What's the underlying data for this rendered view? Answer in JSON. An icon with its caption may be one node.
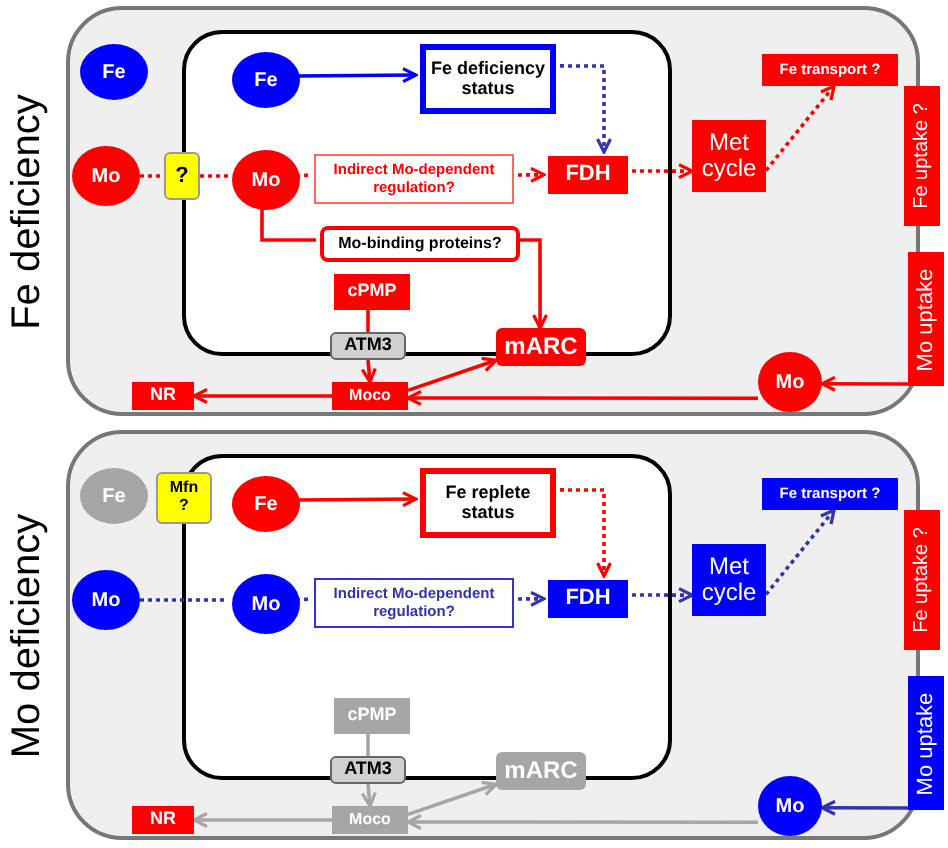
{
  "diagram": {
    "nodes": [
      {
        "text": [
          "Fe deficiency"
        ]
      },
      {
        "text": [],
        "shape": "box",
        "in": 0
      },
      {
        "text": [
          "Fe"
        ],
        "in": 0
      },
      {
        "text": [
          "Fe"
        ],
        "in": 1
      },
      {
        "text": [
          "Fe deficiency status"
        ],
        "in": 1
      },
      {
        "text": [
          "Mo"
        ],
        "in": 0
      },
      {
        "text": [
          "?"
        ],
        "in": 0
      },
      {
        "text": [
          "Mo"
        ],
        "in": 1
      },
      {
        "text": [
          "Indirect Mo-dependent regulation?"
        ],
        "in": 1
      },
      {
        "text": [
          "FDH"
        ],
        "in": 1
      },
      {
        "text": [
          "Met cycle"
        ],
        "in": 0
      },
      {
        "text": [
          "Fe transport ?"
        ],
        "in": 0
      },
      {
        "text": [
          "Fe uptake ?"
        ]
      },
      {
        "text": [
          "Mo-binding proteins?"
        ],
        "in": 1
      },
      {
        "text": [
          "cPMP"
        ],
        "in": 1
      },
      {
        "text": [
          "ATM3"
        ],
        "in": 0
      },
      {
        "text": [
          "mARC"
        ],
        "in": 0
      },
      {
        "text": [
          "NR"
        ],
        "in": 0
      },
      {
        "text": [
          "Moco"
        ],
        "in": 0
      },
      {
        "text": [
          "Mo"
        ],
        "in": 0
      },
      {
        "text": [
          "Mo uptake"
        ]
      },
      {
        "text": [
          "Mo deficiency"
        ]
      },
      {
        "text": [],
        "shape": "box",
        "in": 21
      },
      {
        "text": [
          "Fe"
        ],
        "in": 21
      },
      {
        "text": [
          "Mfn ?"
        ],
        "in": 21
      },
      {
        "text": [
          "Fe"
        ],
        "in": 22
      },
      {
        "text": [
          "Fe replete status"
        ],
        "in": 22
      },
      {
        "text": [
          "Mo"
        ],
        "in": 21
      },
      {
        "text": [
          "Mo"
        ],
        "in": 22
      },
      {
        "text": [
          "Indirect Mo-dependent regulation?"
        ],
        "in": 22
      },
      {
        "text": [
          "FDH"
        ],
        "in": 22
      },
      {
        "text": [
          "Met cycle"
        ],
        "in": 21
      },
      {
        "text": [
          "Fe transport ?"
        ],
        "in": 21
      },
      {
        "text": [
          "Fe uptake ?"
        ]
      },
      {
        "text": [
          "cPMP"
        ],
        "in": 22
      },
      {
        "text": [
          "ATM3"
        ],
        "in": 21
      },
      {
        "text": [
          "mARC"
        ],
        "in": 21
      },
      {
        "text": [
          "NR"
        ],
        "in": 21
      },
      {
        "text": [
          "Moco"
        ],
        "in": 21
      },
      {
        "text": [
          "Mo"
        ],
        "in": 21
      },
      {
        "text": [
          "Mo uptake"
        ]
      }
    ],
    "edges": [
      {
        "from": 3,
        "to": 4,
        "arrow": "to",
        "color": "#0000ff"
      },
      {
        "from": 4,
        "to": 9,
        "arrow": "to",
        "style": "dashed",
        "color": "#3333aa"
      },
      {
        "from": 5,
        "to": 6,
        "arrow": "none",
        "style": "dashed"
      },
      {
        "from": 6,
        "to": 7,
        "arrow": "none",
        "style": "dashed"
      },
      {
        "from": 7,
        "to": 8,
        "arrow": "none",
        "style": "dashed"
      },
      {
        "from": 8,
        "to": 9,
        "arrow": "to",
        "style": "dashed"
      },
      {
        "from": 9,
        "to": 10,
        "arrow": "to",
        "style": "dashed"
      },
      {
        "from": 10,
        "to": 11,
        "arrow": "to",
        "style": "dashed"
      },
      {
        "from": 7,
        "to": 13,
        "arrow": "none"
      },
      {
        "from": 13,
        "to": 16,
        "arrow": "to"
      },
      {
        "from": 14,
        "to": 15,
        "arrow": "none"
      },
      {
        "from": 15,
        "to": 18,
        "arrow": "to"
      },
      {
        "from": 18,
        "to": 17,
        "arrow": "to"
      },
      {
        "from": 18,
        "to": 16,
        "arrow": "to"
      },
      {
        "from": 19,
        "to": 18,
        "arrow": "to"
      },
      {
        "from": 20,
        "to": 19,
        "arrow": "to"
      },
      {
        "from": 25,
        "to": 26,
        "arrow": "to"
      },
      {
        "from": 26,
        "to": 30,
        "arrow": "to",
        "style": "dashed"
      },
      {
        "from": 27,
        "to": 28,
        "arrow": "none",
        "style": "dashed",
        "color": "#3333aa"
      },
      {
        "from": 28,
        "to": 29,
        "arrow": "none",
        "style": "dashed",
        "color": "#3333aa"
      },
      {
        "from": 29,
        "to": 30,
        "arrow": "to",
        "style": "dashed",
        "color": "#3333aa"
      },
      {
        "from": 30,
        "to": 31,
        "arrow": "to",
        "style": "dashed",
        "color": "#3333aa"
      },
      {
        "from": 31,
        "to": 32,
        "arrow": "to",
        "style": "dashed",
        "color": "#3333aa"
      },
      {
        "from": 34,
        "to": 35,
        "arrow": "none",
        "color": "#a6a6a6"
      },
      {
        "from": 35,
        "to": 38,
        "arrow": "to",
        "color": "#a6a6a6"
      },
      {
        "from": 38,
        "to": 37,
        "arrow": "to",
        "color": "#a6a6a6"
      },
      {
        "from": 38,
        "to": 36,
        "arrow": "to",
        "color": "#a6a6a6"
      },
      {
        "from": 39,
        "to": 38,
        "arrow": "to",
        "color": "#a6a6a6"
      },
      {
        "from": 40,
        "to": 39,
        "arrow": "to",
        "color": "#3333aa"
      }
    ]
  }
}
